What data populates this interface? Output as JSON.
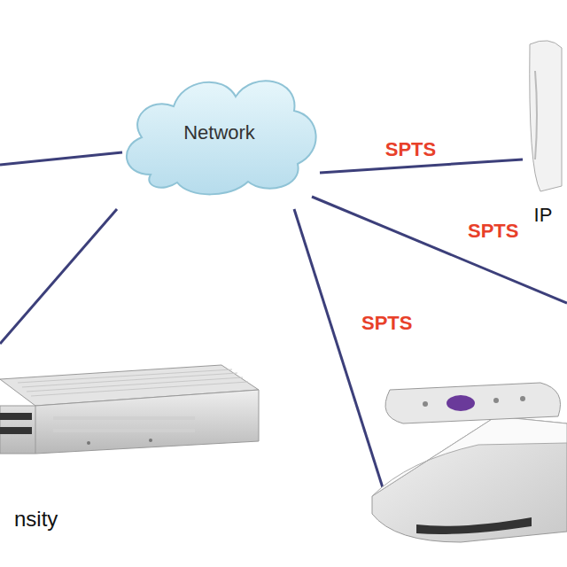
{
  "diagram": {
    "nodes": [
      {
        "text": [
          "Network"
        ]
      },
      {
        "text": [
          "IP"
        ]
      }
    ],
    "edges": [
      {
        "from": 0,
        "to": 1,
        "label": "SPTS",
        "arrow": "none"
      }
    ],
    "labels": [
      "SPTS",
      "SPTS",
      "nsity"
    ]
  }
}
